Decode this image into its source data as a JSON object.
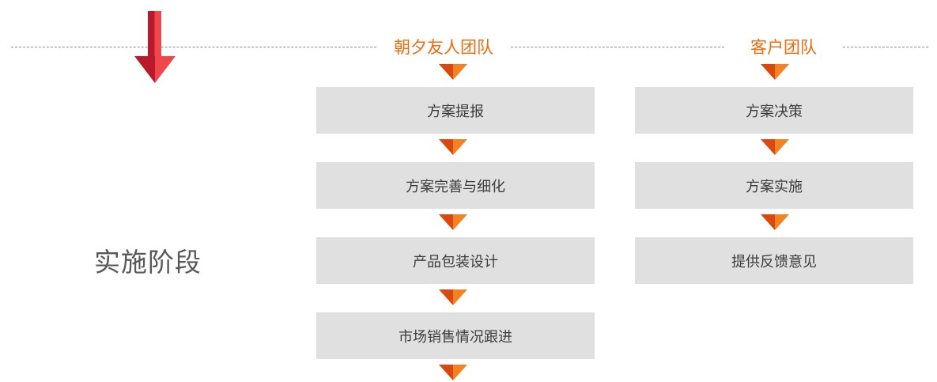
{
  "stage": {
    "label": "实施阶段"
  },
  "columns": [
    {
      "title": "朝夕友人团队",
      "steps": [
        "方案提报",
        "方案完善与细化",
        "产品包装设计",
        "市场销售情况跟进"
      ]
    },
    {
      "title": "客户团队",
      "steps": [
        "方案决策",
        "方案实施",
        "提供反馈意见"
      ]
    }
  ],
  "colors": {
    "accent_orange": "#ec6c0f",
    "arrow_red": "#e8383d",
    "arrow_red_dark": "#b8192b",
    "box_gray": "#e0e0e0",
    "text_dark": "#3c3c3c",
    "stage_text": "#595959",
    "dash_gray": "#8c8c8c"
  }
}
